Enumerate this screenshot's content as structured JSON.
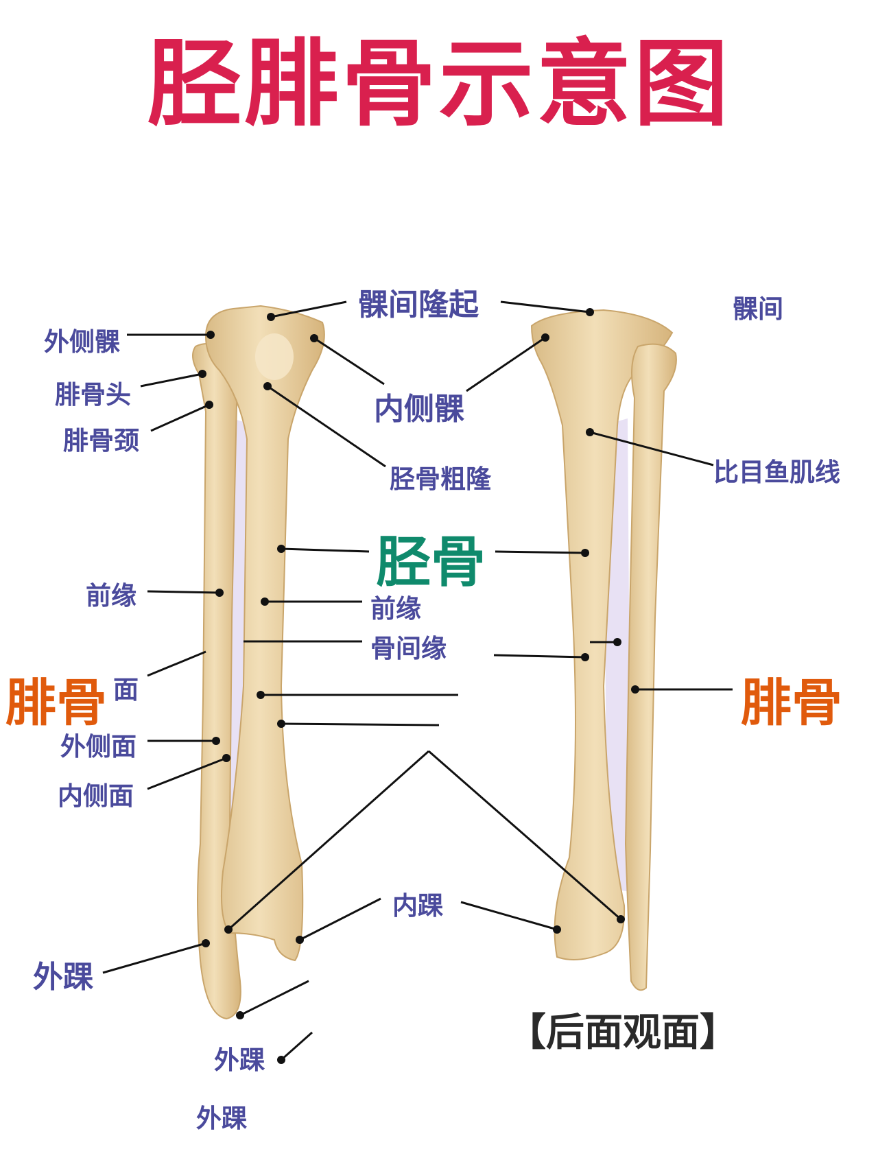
{
  "title": "胫腓骨示意图",
  "colors": {
    "title": "#d9204e",
    "label": "#4a4a9c",
    "tibia_label": "#0f8a6c",
    "fibula_label": "#e05a0c",
    "bone_fill": "#ead2a4",
    "bone_shadow": "#d2b27a",
    "membrane": "#e4dcf2",
    "leader": "#111111"
  },
  "labels": {
    "intercondylar_eminence": "髁间隆起",
    "intercondylar_right": "髁间",
    "lateral_condyle": "外侧髁",
    "fibular_head": "腓骨头",
    "fibular_neck": "腓骨颈",
    "medial_condyle": "内侧髁",
    "tibial_tuberosity": "胫骨粗隆",
    "soleal_line": "比目鱼肌线",
    "tibia": "胫骨",
    "anterior_border_fibula": "前缘",
    "anterior_border_tibia": "前缘",
    "interosseous_border": "骨间缘",
    "fibula_left": "腓骨",
    "face_fragment": "面",
    "fibula_right": "腓骨",
    "lateral_surface": "外侧面",
    "medial_surface": "内侧面",
    "medial_malleolus": "内踝",
    "lateral_malleolus": "外踝",
    "lateral_malleolus_2": "外踝",
    "lateral_malleolus_3": "外踝",
    "posterior_view": "【后面观面】"
  }
}
